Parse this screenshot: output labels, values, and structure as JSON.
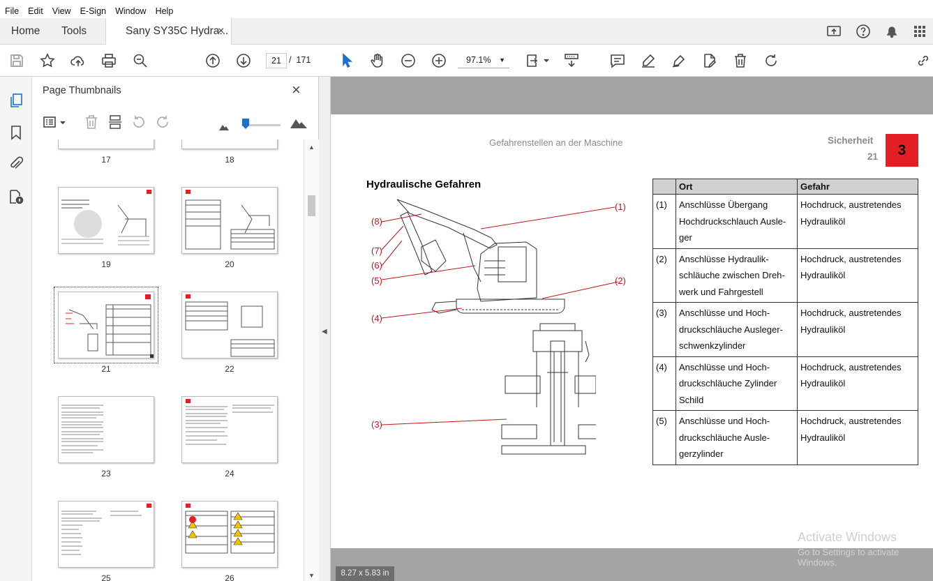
{
  "menu": [
    "File",
    "Edit",
    "View",
    "E-Sign",
    "Window",
    "Help"
  ],
  "tabs": {
    "home": "Home",
    "tools": "Tools",
    "document": "Sany SY35C Hydra...",
    "close": "×"
  },
  "toolbar": {
    "current_page": "21",
    "page_separator": "/",
    "total_pages": "171",
    "zoom": "97.1%"
  },
  "panel": {
    "title": "Page Thumbnails",
    "close": "×",
    "selected_page": "21",
    "thumbnails": [
      "17",
      "18",
      "19",
      "20",
      "21",
      "22",
      "23",
      "24",
      "25",
      "26"
    ]
  },
  "page": {
    "header_center": "Gefahrenstellen an der Maschine",
    "header_right_label": "Sicherheit",
    "header_right_page": "21",
    "chapter": "3",
    "section_title": "Hydraulische Gefahren",
    "table": {
      "headers": [
        "",
        "Ort",
        "Gefahr"
      ],
      "rows": [
        {
          "num": "(1)",
          "ort": "Anschlüsse Übergang Hochdruckschlauch Ausle-ger",
          "gefahr": "Hochdruck, austretendes Hydrauliköl"
        },
        {
          "num": "(2)",
          "ort": "Anschlüsse Hydraulik-schläuche zwischen Dreh-werk und Fahrgestell",
          "gefahr": "Hochdruck, austretendes Hydrauliköl"
        },
        {
          "num": "(3)",
          "ort": "Anschlüsse und Hoch-druckschläuche Ausleger-schwenkzylinder",
          "gefahr": "Hochdruck, austretendes Hydrauliköl"
        },
        {
          "num": "(4)",
          "ort": "Anschlüsse und Hoch-druckschläuche Zylinder Schild",
          "gefahr": "Hochdruck, austretendes Hydrauliköl"
        },
        {
          "num": "(5)",
          "ort": "Anschlüsse und Hoch-druckschläuche Ausle-gerzylinder",
          "gefahr": "Hochdruck, austretendes Hydrauliköl"
        }
      ]
    },
    "callouts": [
      "(1)",
      "(2)",
      "(3)",
      "(4)",
      "(5)",
      "(6)",
      "(7)",
      "(8)"
    ],
    "accent_color": "#e31e24"
  },
  "status": {
    "page_size": "8.27 x 5.83 in"
  },
  "watermark": {
    "line1": "Activate Windows",
    "line2": "Go to Settings to activate Windows."
  },
  "icons": [
    "save-icon",
    "bookmark-star-icon",
    "upload-cloud-icon",
    "print-icon",
    "zoom-search-icon",
    "page-up-icon",
    "page-down-icon",
    "select-arrow-icon",
    "hand-icon",
    "zoom-out-icon",
    "zoom-in-icon",
    "fit-page-icon",
    "scroll-mode-icon",
    "comment-icon",
    "highlight-pen-icon",
    "sign-icon",
    "edit-pdf-icon",
    "delete-icon",
    "rotate-icon",
    "link-icon",
    "share-screen-icon",
    "help-icon",
    "bell-icon",
    "apps-grid-icon"
  ]
}
